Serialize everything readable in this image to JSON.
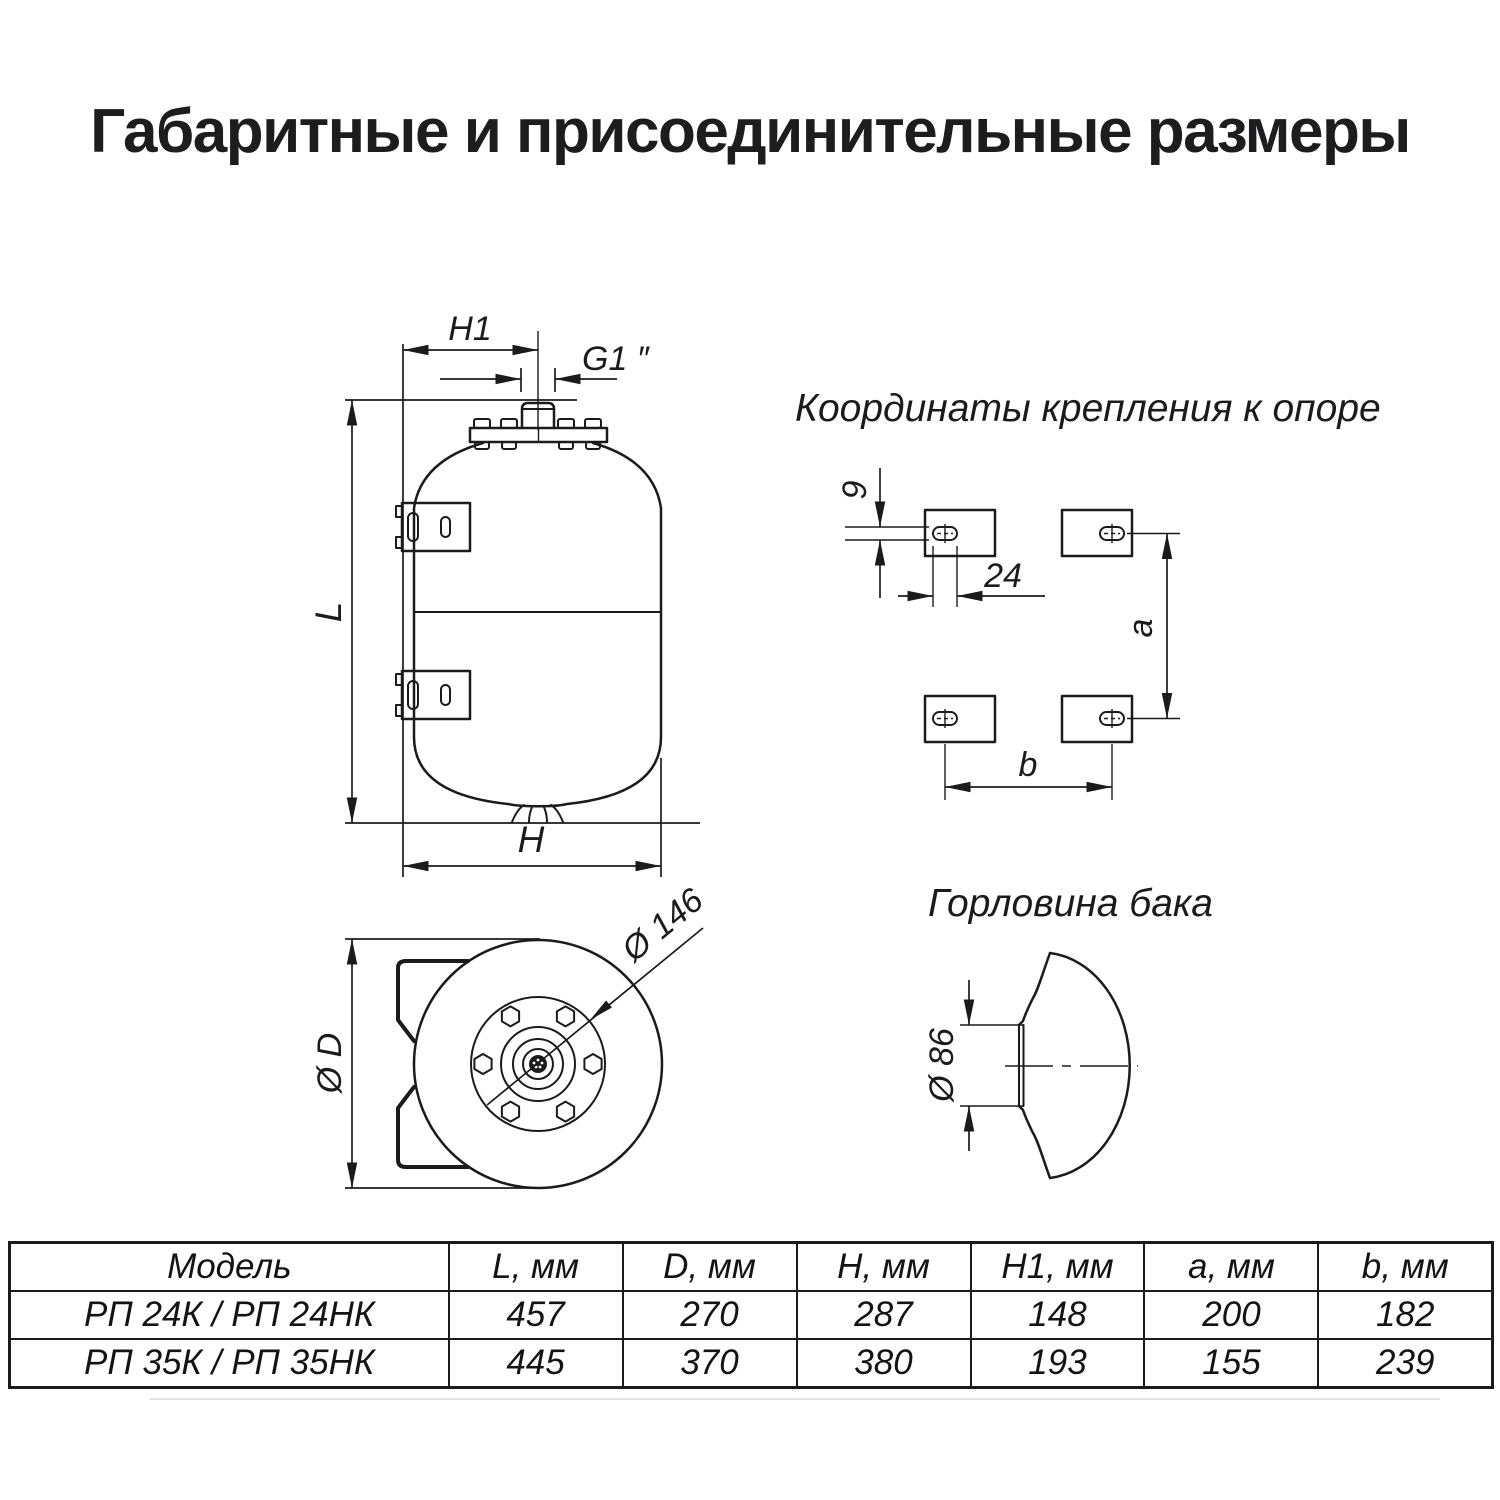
{
  "title": "Габаритные и присоединительные размеры",
  "front_view": {
    "dim_h1": "H1",
    "dim_g1": "G1 ″",
    "dim_l": "L",
    "dim_h": "H"
  },
  "mounting_diagram": {
    "title": "Координаты крепления к опоре",
    "dim_slot_height": "9",
    "dim_slot_length": "24",
    "dim_a": "a",
    "dim_b": "b"
  },
  "top_view": {
    "dim_diameter": "Ø D",
    "dim_flange": "Ø 146"
  },
  "neck_view": {
    "title": "Горловина бака",
    "dim_neck": "Ø 86"
  },
  "table": {
    "headers": [
      "Модель",
      "L, мм",
      "D, мм",
      "H, мм",
      "H1, мм",
      "a, мм",
      "b, мм"
    ],
    "rows": [
      [
        "РП 24К / РП 24НК",
        "457",
        "270",
        "287",
        "148",
        "200",
        "182"
      ],
      [
        "РП 35К / РП 35НК",
        "445",
        "370",
        "380",
        "193",
        "155",
        "239"
      ]
    ]
  },
  "colors": {
    "line": "#1b1b1d",
    "background": "#ffffff"
  }
}
